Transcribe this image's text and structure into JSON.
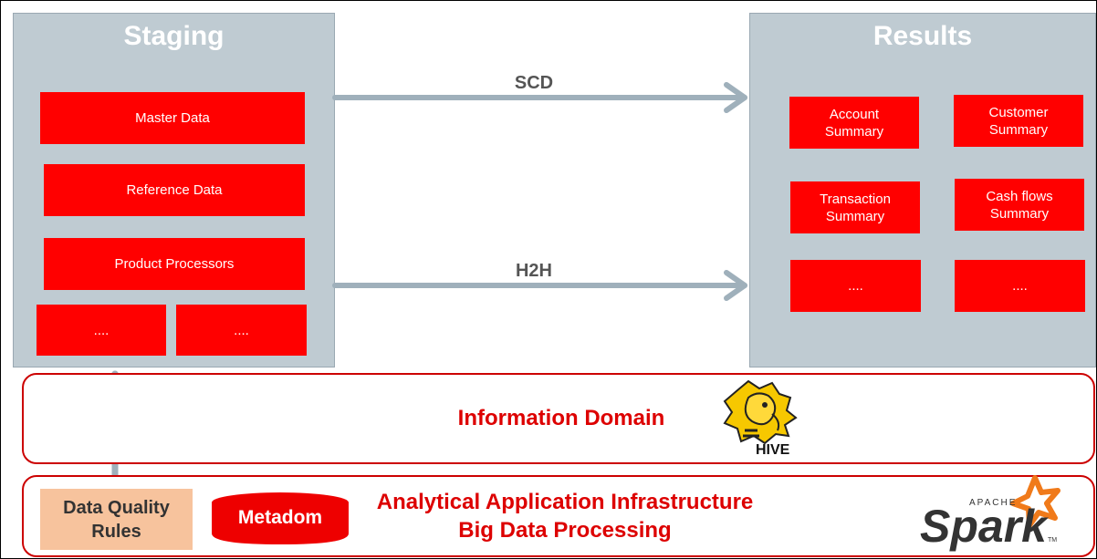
{
  "staging": {
    "title": "Staging",
    "boxes": [
      "Master Data",
      "Reference Data",
      "Product Processors",
      "....",
      "...."
    ]
  },
  "results": {
    "title": "Results",
    "boxes": [
      "Account\nSummary",
      "Customer\nSummary",
      "Transaction\nSummary",
      "Cash flows\nSummary",
      "....",
      "...."
    ]
  },
  "arrows": {
    "top_label": "SCD",
    "bottom_label": "H2H"
  },
  "information_domain": {
    "label": "Information Domain",
    "logo": "hive-logo",
    "logo_text": "HIVE"
  },
  "infrastructure": {
    "line1": "Analytical Application Infrastructure",
    "line2": "Big Data Processing",
    "data_quality": "Data Quality\nRules",
    "metadom": "Metadom",
    "logo": "spark-logo",
    "logo_small": "APACHE",
    "logo_text": "Spark"
  },
  "colors": {
    "panel": "#bfcbd2",
    "red": "#ff0000",
    "band_border": "#cc0000",
    "arrow": "#9fb0bb",
    "dq": "#f7c39d"
  }
}
